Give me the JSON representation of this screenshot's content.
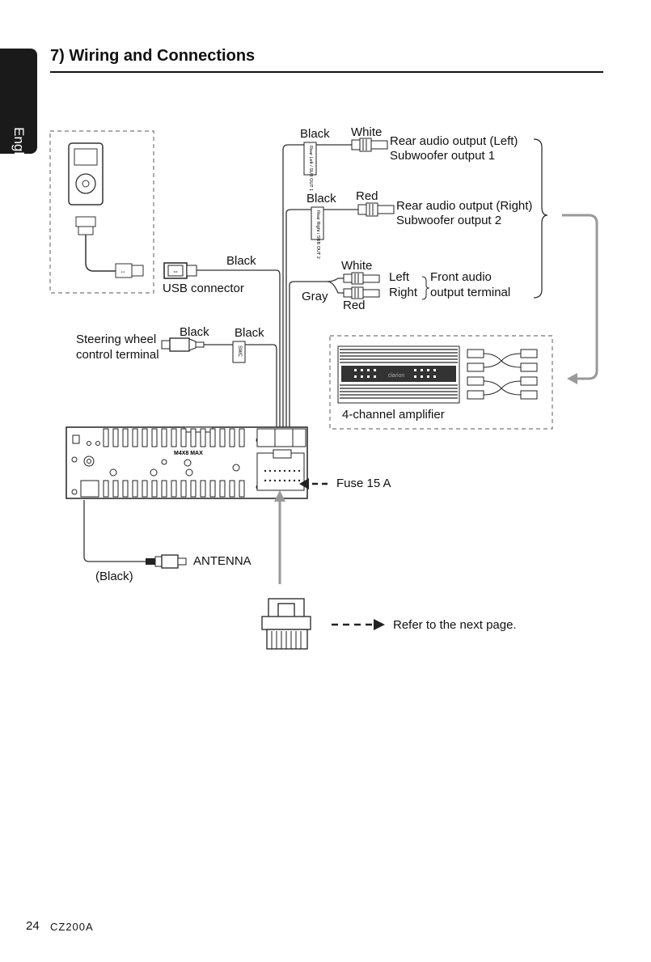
{
  "sidebar": {
    "tab_label": "English"
  },
  "header": {
    "title": "7) Wiring and Connections"
  },
  "diagram": {
    "rear_left_wire_color": "Black",
    "rear_left_plug_color": "White",
    "rear_left_label_1": "Rear audio output (Left)",
    "rear_left_label_2": "Subwoofer output 1",
    "rear_left_tag": "Rear Left / SUB OUT 1",
    "rear_right_wire_color": "Black",
    "rear_right_plug_color": "Red",
    "rear_right_label_1": "Rear audio output (Right)",
    "rear_right_label_2": "Subwoofer output 2",
    "rear_right_tag": "Rear Right / SUB OUT 2",
    "front_white": "White",
    "front_gray": "Gray",
    "front_red": "Red",
    "front_left": "Left",
    "front_right": "Right",
    "front_label_1": "Front audio",
    "front_label_2": "output terminal",
    "usb_wire_color": "Black",
    "usb_label": "USB connector",
    "swc_plug_color": "Black",
    "swc_wire_color": "Black",
    "swc_label_1": "Steering wheel",
    "swc_label_2": "control terminal",
    "swc_tag": "SWC",
    "amp_label": "4-channel amplifier",
    "amp_brand": "clarion",
    "unit_marking": "M4X8 MAX",
    "fuse_label": "Fuse 15 A",
    "antenna_label": "ANTENNA",
    "antenna_color": "(Black)",
    "refer_label": "Refer to the next page."
  },
  "footer": {
    "page_number": "24",
    "model": "CZ200A"
  }
}
